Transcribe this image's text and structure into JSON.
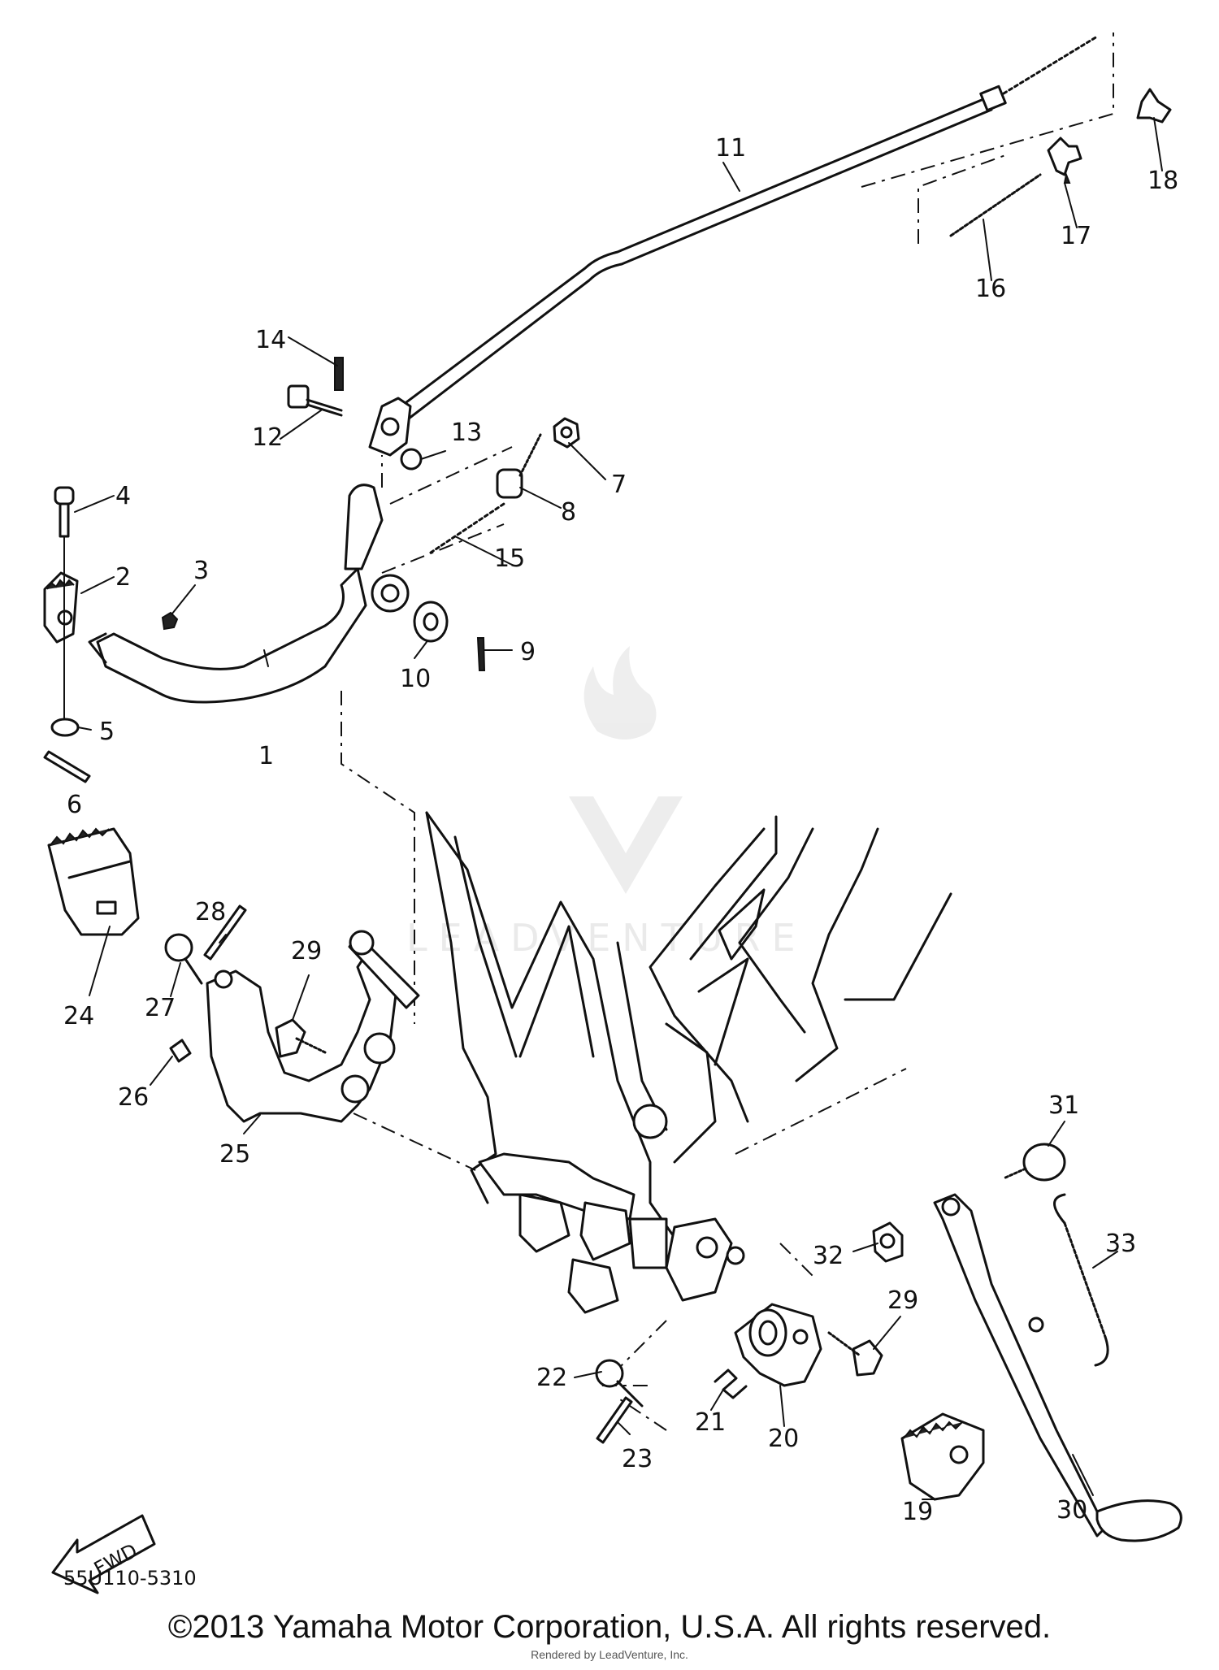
{
  "diagram": {
    "drawing_code": "55U110-5310",
    "copyright": "©2013 Yamaha Motor Corporation, U.S.A. All rights reserved.",
    "rendered_by": "Rendered by LeadVenture, Inc.",
    "watermark": "LEADVENTURE",
    "fwd_label": "FWD",
    "callouts": [
      "1",
      "2",
      "3",
      "4",
      "5",
      "6",
      "7",
      "8",
      "9",
      "10",
      "11",
      "12",
      "13",
      "14",
      "15",
      "16",
      "17",
      "18",
      "19",
      "20",
      "21",
      "22",
      "23",
      "24",
      "25",
      "26",
      "27",
      "28",
      "29",
      "30",
      "31",
      "32",
      "33"
    ],
    "callout_29_second": "29",
    "ink_color": "#111111",
    "watermark_color": "#e8e8e8"
  }
}
